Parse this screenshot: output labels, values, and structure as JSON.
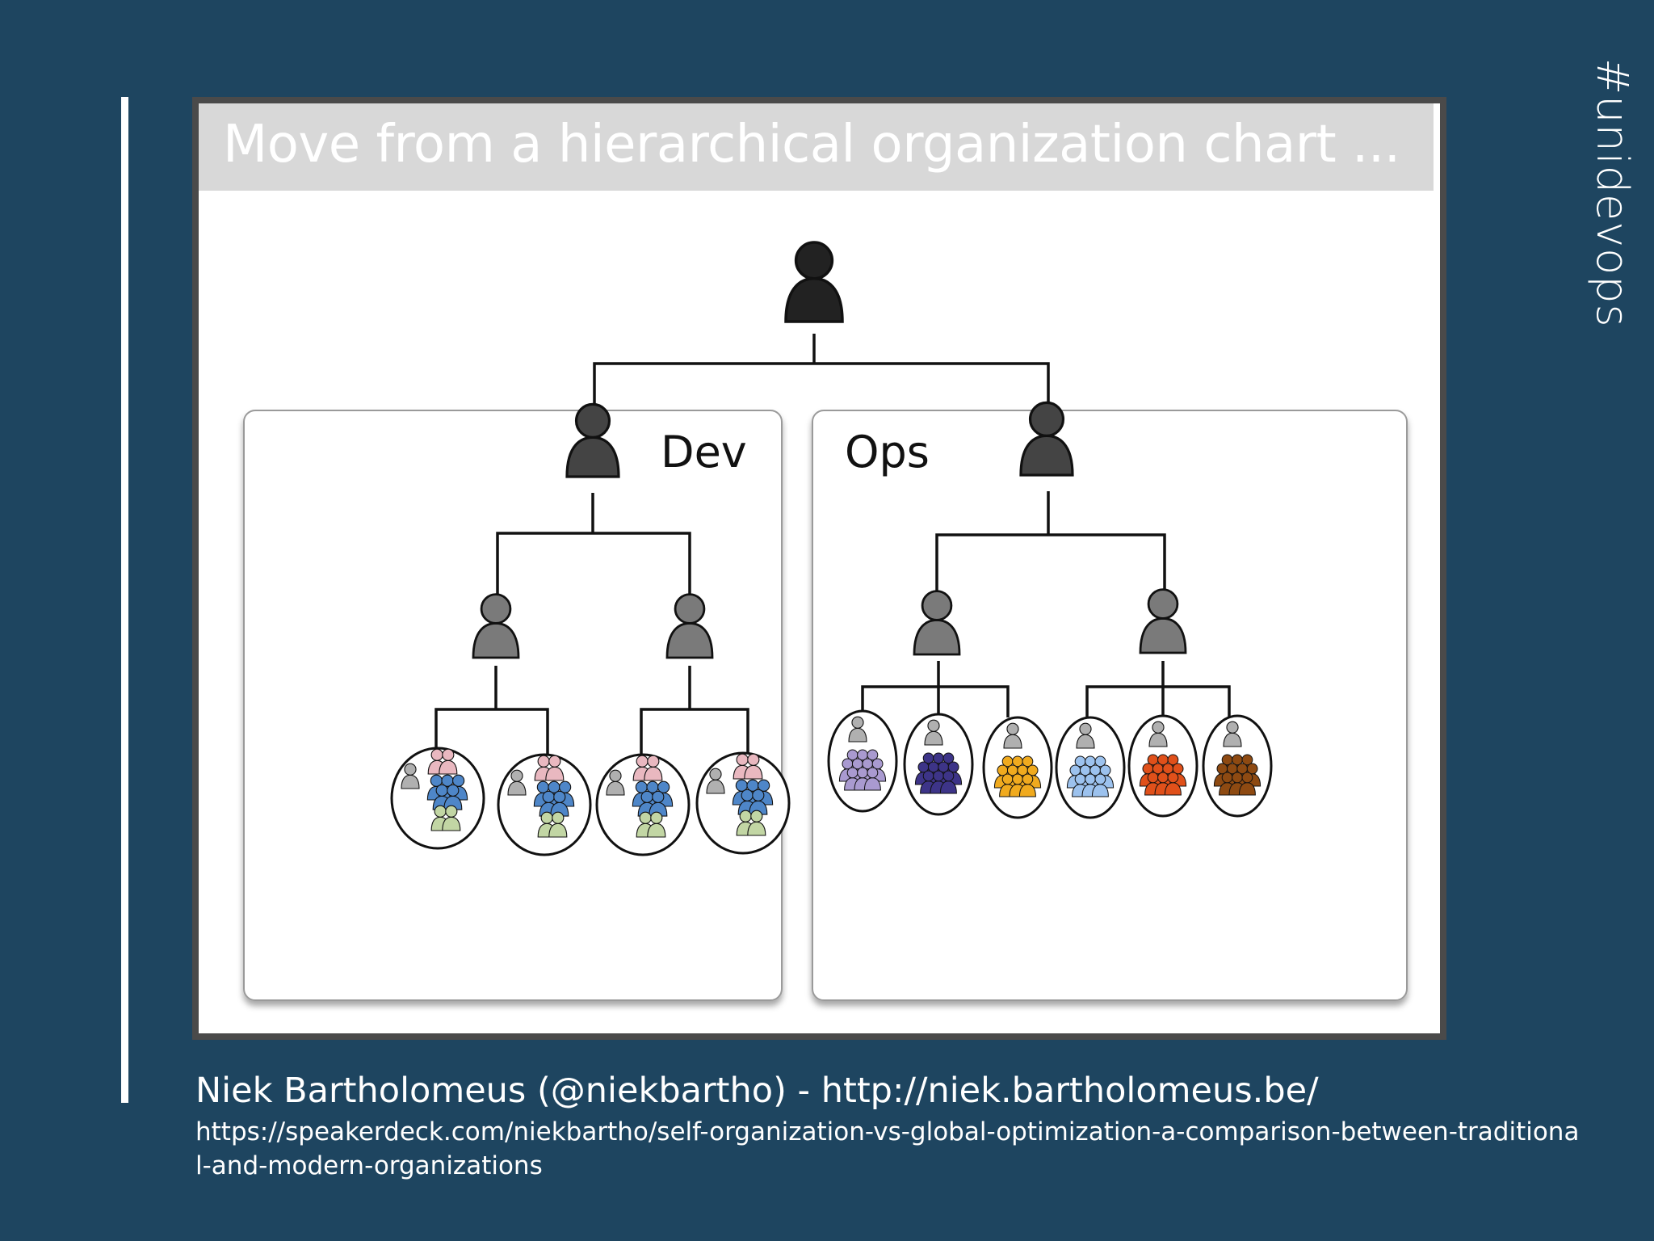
{
  "hashtag": "#unidevops",
  "slide": {
    "title": "Move from a hierarchical organization chart ...",
    "dev_label": "Dev",
    "ops_label": "Ops"
  },
  "colors": {
    "background": "#1e4560",
    "top_manager": "#222222",
    "department_head": "#444444",
    "team_lead": "#7a7a7a",
    "dev_team_pink": "#e9b8c0",
    "dev_team_blue": "#4e86c8",
    "dev_team_green": "#c2d6a4",
    "ops_team_lavender": "#a99ad0",
    "ops_team_indigo": "#3d3488",
    "ops_team_gold": "#f0aa1e",
    "ops_team_lightblue": "#9cc2ee",
    "ops_team_orange": "#e0501a",
    "ops_team_brown": "#8e4a12"
  },
  "credit": "Niek Bartholomeus (@niekbartho) - http://niek.bartholomeus.be/",
  "link": "https://speakerdeck.com/niekbartho/self-organization-vs-global-optimization-a-comparison-between-traditional-and-modern-organizations"
}
